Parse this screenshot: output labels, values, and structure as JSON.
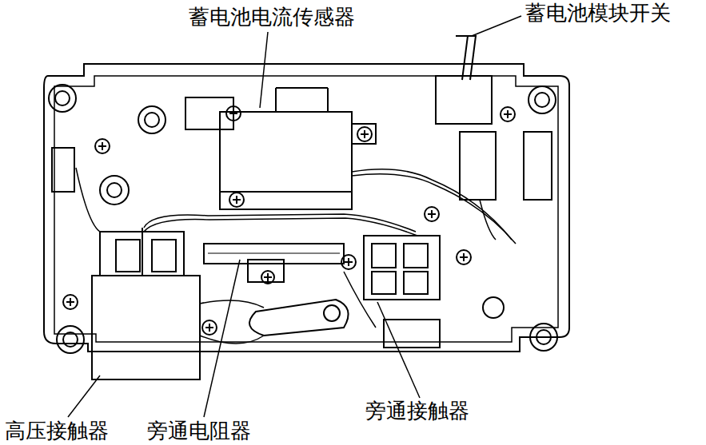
{
  "diagram": {
    "labels": [
      "蓄电池电流传感器",
      "蓄电池模块开关",
      "高压接触器",
      "旁通电阻器",
      "旁通接触器"
    ]
  }
}
